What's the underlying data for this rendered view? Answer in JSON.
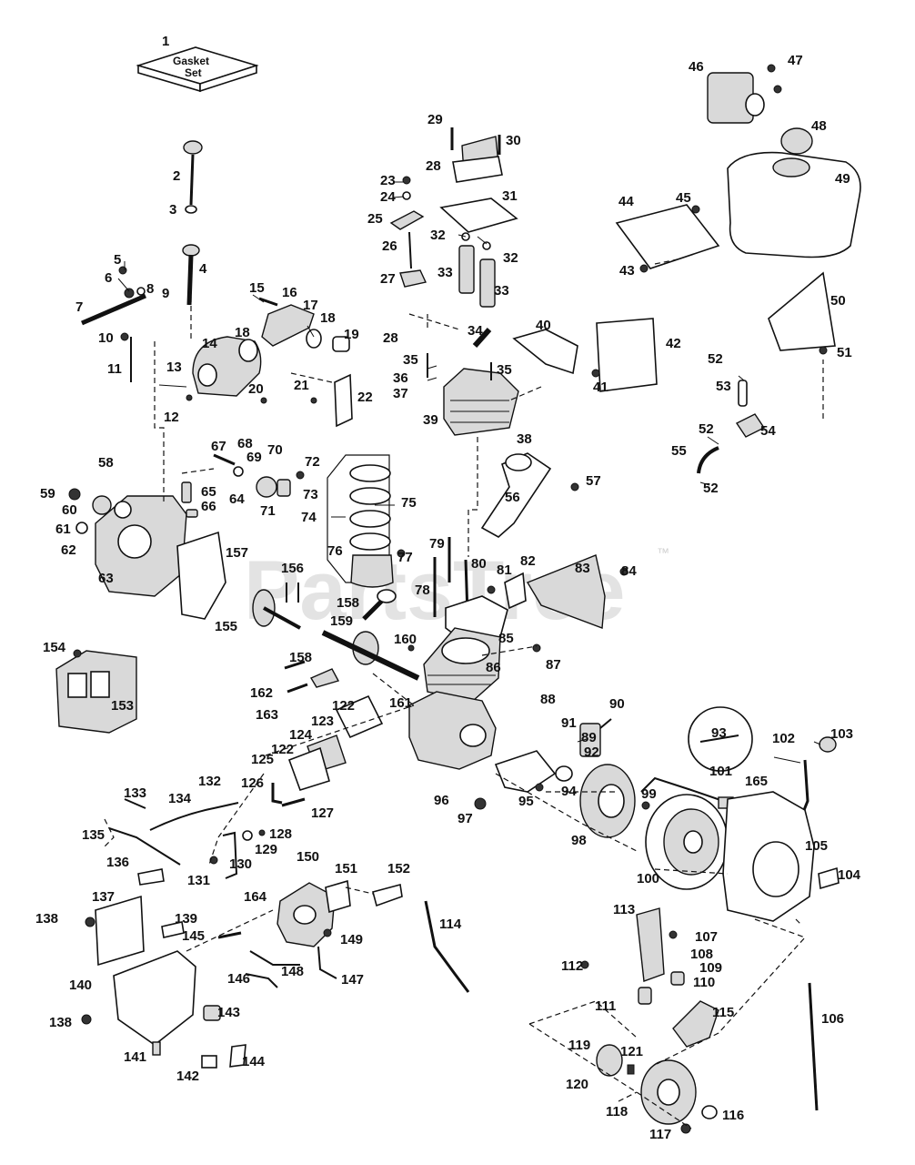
{
  "watermark": {
    "text": "PartsTree",
    "tm": "™"
  },
  "gasket_box": {
    "line1": "Gasket",
    "line2": "Set"
  },
  "labels": [
    {
      "id": "p1",
      "text": "1"
    },
    {
      "id": "p2",
      "text": "2"
    },
    {
      "id": "p3",
      "text": "3"
    },
    {
      "id": "p4",
      "text": "4"
    },
    {
      "id": "p5",
      "text": "5"
    },
    {
      "id": "p6",
      "text": "6"
    },
    {
      "id": "p7",
      "text": "7"
    },
    {
      "id": "p8",
      "text": "8"
    },
    {
      "id": "p9",
      "text": "9"
    },
    {
      "id": "p10",
      "text": "10"
    },
    {
      "id": "p11",
      "text": "11"
    },
    {
      "id": "p12",
      "text": "12"
    },
    {
      "id": "p13",
      "text": "13"
    },
    {
      "id": "p14",
      "text": "14"
    },
    {
      "id": "p15",
      "text": "15"
    },
    {
      "id": "p16",
      "text": "16"
    },
    {
      "id": "p17",
      "text": "17"
    },
    {
      "id": "p18a",
      "text": "18"
    },
    {
      "id": "p18b",
      "text": "18"
    },
    {
      "id": "p19",
      "text": "19"
    },
    {
      "id": "p20",
      "text": "20"
    },
    {
      "id": "p21",
      "text": "21"
    },
    {
      "id": "p22",
      "text": "22"
    },
    {
      "id": "p23",
      "text": "23"
    },
    {
      "id": "p24",
      "text": "24"
    },
    {
      "id": "p25",
      "text": "25"
    },
    {
      "id": "p26",
      "text": "26"
    },
    {
      "id": "p27",
      "text": "27"
    },
    {
      "id": "p28a",
      "text": "28"
    },
    {
      "id": "p28b",
      "text": "28"
    },
    {
      "id": "p29",
      "text": "29"
    },
    {
      "id": "p30",
      "text": "30"
    },
    {
      "id": "p31",
      "text": "31"
    },
    {
      "id": "p32a",
      "text": "32"
    },
    {
      "id": "p32b",
      "text": "32"
    },
    {
      "id": "p33a",
      "text": "33"
    },
    {
      "id": "p33b",
      "text": "33"
    },
    {
      "id": "p34",
      "text": "34"
    },
    {
      "id": "p35a",
      "text": "35"
    },
    {
      "id": "p35b",
      "text": "35"
    },
    {
      "id": "p36",
      "text": "36"
    },
    {
      "id": "p37",
      "text": "37"
    },
    {
      "id": "p38",
      "text": "38"
    },
    {
      "id": "p39",
      "text": "39"
    },
    {
      "id": "p40",
      "text": "40"
    },
    {
      "id": "p41",
      "text": "41"
    },
    {
      "id": "p42",
      "text": "42"
    },
    {
      "id": "p43",
      "text": "43"
    },
    {
      "id": "p44",
      "text": "44"
    },
    {
      "id": "p45",
      "text": "45"
    },
    {
      "id": "p46",
      "text": "46"
    },
    {
      "id": "p47",
      "text": "47"
    },
    {
      "id": "p48",
      "text": "48"
    },
    {
      "id": "p49",
      "text": "49"
    },
    {
      "id": "p50",
      "text": "50"
    },
    {
      "id": "p51",
      "text": "51"
    },
    {
      "id": "p52a",
      "text": "52"
    },
    {
      "id": "p52b",
      "text": "52"
    },
    {
      "id": "p52c",
      "text": "52"
    },
    {
      "id": "p53",
      "text": "53"
    },
    {
      "id": "p54",
      "text": "54"
    },
    {
      "id": "p55",
      "text": "55"
    },
    {
      "id": "p56",
      "text": "56"
    },
    {
      "id": "p57",
      "text": "57"
    },
    {
      "id": "p58",
      "text": "58"
    },
    {
      "id": "p59",
      "text": "59"
    },
    {
      "id": "p60",
      "text": "60"
    },
    {
      "id": "p61",
      "text": "61"
    },
    {
      "id": "p62",
      "text": "62"
    },
    {
      "id": "p63",
      "text": "63"
    },
    {
      "id": "p64",
      "text": "64"
    },
    {
      "id": "p65",
      "text": "65"
    },
    {
      "id": "p66",
      "text": "66"
    },
    {
      "id": "p67",
      "text": "67"
    },
    {
      "id": "p68",
      "text": "68"
    },
    {
      "id": "p69",
      "text": "69"
    },
    {
      "id": "p70",
      "text": "70"
    },
    {
      "id": "p71",
      "text": "71"
    },
    {
      "id": "p72",
      "text": "72"
    },
    {
      "id": "p73",
      "text": "73"
    },
    {
      "id": "p74",
      "text": "74"
    },
    {
      "id": "p75",
      "text": "75"
    },
    {
      "id": "p76",
      "text": "76"
    },
    {
      "id": "p77",
      "text": "77"
    },
    {
      "id": "p78",
      "text": "78"
    },
    {
      "id": "p79",
      "text": "79"
    },
    {
      "id": "p80",
      "text": "80"
    },
    {
      "id": "p81",
      "text": "81"
    },
    {
      "id": "p82",
      "text": "82"
    },
    {
      "id": "p83",
      "text": "83"
    },
    {
      "id": "p84",
      "text": "84"
    },
    {
      "id": "p85",
      "text": "85"
    },
    {
      "id": "p86",
      "text": "86"
    },
    {
      "id": "p87",
      "text": "87"
    },
    {
      "id": "p88",
      "text": "88"
    },
    {
      "id": "p89",
      "text": "89"
    },
    {
      "id": "p90",
      "text": "90"
    },
    {
      "id": "p91",
      "text": "91"
    },
    {
      "id": "p92",
      "text": "92"
    },
    {
      "id": "p93",
      "text": "93"
    },
    {
      "id": "p94",
      "text": "94"
    },
    {
      "id": "p95",
      "text": "95"
    },
    {
      "id": "p96",
      "text": "96"
    },
    {
      "id": "p97",
      "text": "97"
    },
    {
      "id": "p98",
      "text": "98"
    },
    {
      "id": "p99",
      "text": "99"
    },
    {
      "id": "p100",
      "text": "100"
    },
    {
      "id": "p101",
      "text": "101"
    },
    {
      "id": "p102",
      "text": "102"
    },
    {
      "id": "p103",
      "text": "103"
    },
    {
      "id": "p104",
      "text": "104"
    },
    {
      "id": "p105",
      "text": "105"
    },
    {
      "id": "p106",
      "text": "106"
    },
    {
      "id": "p107",
      "text": "107"
    },
    {
      "id": "p108",
      "text": "108"
    },
    {
      "id": "p109",
      "text": "109"
    },
    {
      "id": "p110",
      "text": "110"
    },
    {
      "id": "p111",
      "text": "111"
    },
    {
      "id": "p112",
      "text": "112"
    },
    {
      "id": "p113",
      "text": "113"
    },
    {
      "id": "p114",
      "text": "114"
    },
    {
      "id": "p115",
      "text": "115"
    },
    {
      "id": "p116",
      "text": "116"
    },
    {
      "id": "p117",
      "text": "117"
    },
    {
      "id": "p118",
      "text": "118"
    },
    {
      "id": "p119",
      "text": "119"
    },
    {
      "id": "p120",
      "text": "120"
    },
    {
      "id": "p121",
      "text": "121"
    },
    {
      "id": "p122a",
      "text": "122"
    },
    {
      "id": "p122b",
      "text": "122"
    },
    {
      "id": "p123",
      "text": "123"
    },
    {
      "id": "p124",
      "text": "124"
    },
    {
      "id": "p125",
      "text": "125"
    },
    {
      "id": "p126",
      "text": "126"
    },
    {
      "id": "p127",
      "text": "127"
    },
    {
      "id": "p128",
      "text": "128"
    },
    {
      "id": "p129",
      "text": "129"
    },
    {
      "id": "p130",
      "text": "130"
    },
    {
      "id": "p131",
      "text": "131"
    },
    {
      "id": "p132",
      "text": "132"
    },
    {
      "id": "p133",
      "text": "133"
    },
    {
      "id": "p134",
      "text": "134"
    },
    {
      "id": "p135",
      "text": "135"
    },
    {
      "id": "p136",
      "text": "136"
    },
    {
      "id": "p137",
      "text": "137"
    },
    {
      "id": "p138a",
      "text": "138"
    },
    {
      "id": "p138b",
      "text": "138"
    },
    {
      "id": "p139",
      "text": "139"
    },
    {
      "id": "p140",
      "text": "140"
    },
    {
      "id": "p141",
      "text": "141"
    },
    {
      "id": "p142",
      "text": "142"
    },
    {
      "id": "p143",
      "text": "143"
    },
    {
      "id": "p144",
      "text": "144"
    },
    {
      "id": "p145",
      "text": "145"
    },
    {
      "id": "p146",
      "text": "146"
    },
    {
      "id": "p147",
      "text": "147"
    },
    {
      "id": "p148",
      "text": "148"
    },
    {
      "id": "p149",
      "text": "149"
    },
    {
      "id": "p150",
      "text": "150"
    },
    {
      "id": "p151",
      "text": "151"
    },
    {
      "id": "p152",
      "text": "152"
    },
    {
      "id": "p153",
      "text": "153"
    },
    {
      "id": "p154",
      "text": "154"
    },
    {
      "id": "p155",
      "text": "155"
    },
    {
      "id": "p156",
      "text": "156"
    },
    {
      "id": "p157",
      "text": "157"
    },
    {
      "id": "p158a",
      "text": "158"
    },
    {
      "id": "p158b",
      "text": "158"
    },
    {
      "id": "p159",
      "text": "159"
    },
    {
      "id": "p160",
      "text": "160"
    },
    {
      "id": "p161",
      "text": "161"
    },
    {
      "id": "p162",
      "text": "162"
    },
    {
      "id": "p163",
      "text": "163"
    },
    {
      "id": "p164",
      "text": "164"
    },
    {
      "id": "p165",
      "text": "165"
    }
  ]
}
